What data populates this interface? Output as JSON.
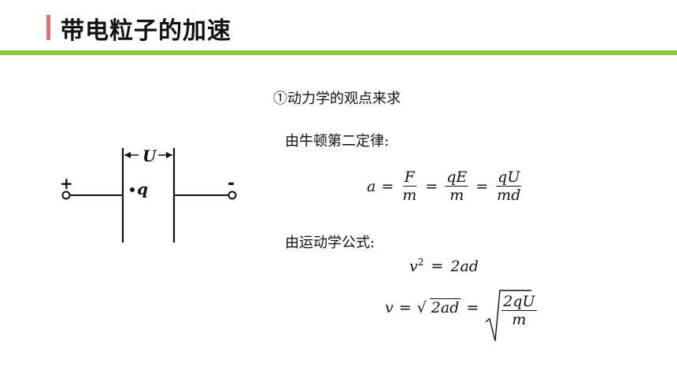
{
  "slide": {
    "title": "带电粒子的加速",
    "accent_color": "#f26b6b",
    "rule_color": "#8cc63f"
  },
  "diagram": {
    "plus_label": "+",
    "minus_label": "-",
    "voltage_label": "U",
    "charge_label": "q"
  },
  "content": {
    "method_heading": "①动力学的观点来求",
    "newton_label": "由牛顿第二定律:",
    "kinematics_label": "由运动学公式:"
  },
  "equations": {
    "eq1": {
      "a": "a",
      "eq": "=",
      "f1_num": "F",
      "f1_den": "m",
      "f2_num": "qE",
      "f2_den": "m",
      "f3_num": "qU",
      "f3_den": "md"
    },
    "eq2": {
      "lhs": "v",
      "exp": "2",
      "eq": "=",
      "rhs": "2ad"
    },
    "eq3": {
      "lhs": "v",
      "eq": "=",
      "root": "2ad",
      "frac_num": "2qU",
      "frac_den": "m"
    }
  }
}
